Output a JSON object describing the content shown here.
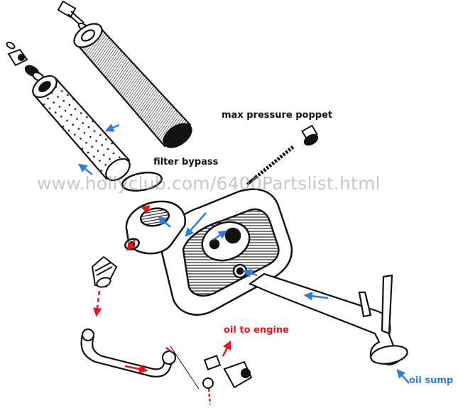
{
  "labels": {
    "max_pressure_poppet": "max pressure poppet",
    "filter_bypass": "filter bypass",
    "oil_to_engine": "oil to engine",
    "oil_sump": "oil sump"
  },
  "watermark": "www.hollyclub.com/6400Partslist.html",
  "colors": {
    "flow_blue": "#2f7fd8",
    "flow_red": "#e8141c",
    "line_art": "#111111"
  }
}
